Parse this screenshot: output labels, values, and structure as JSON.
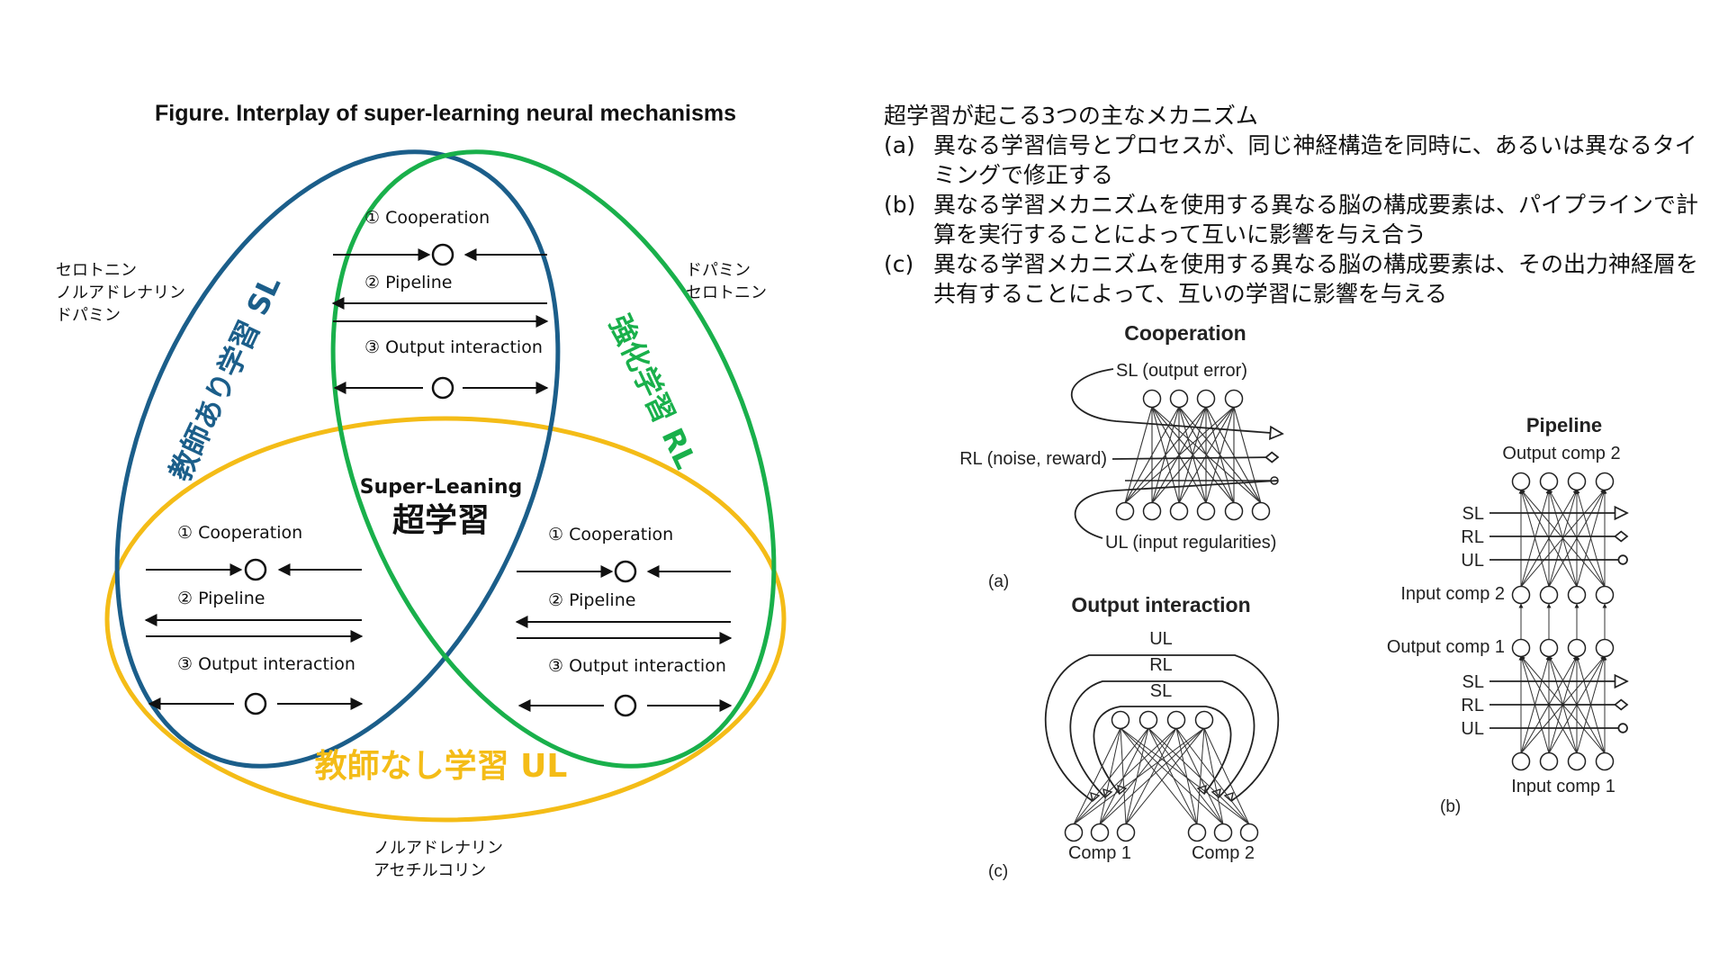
{
  "figure_title": "Figure. Interplay of super-learning neural mechanisms",
  "venn": {
    "sl_label": "教師あり学習 SL",
    "rl_label": "強化学習 RL",
    "ul_label": "教師なし学習 UL",
    "center_en": "Super-Leaning",
    "center_ja": "超学習",
    "colors": {
      "sl": "#1b5e8a",
      "rl": "#19b04b",
      "ul": "#f4bc17"
    },
    "neuromodulators": {
      "sl": [
        "セロトニン",
        "ノルアドレナリン",
        "ドパミン"
      ],
      "rl": [
        "ドパミン",
        "セロトニン"
      ],
      "ul": [
        "ノルアドレナリン",
        "アセチルコリン"
      ]
    },
    "mechanisms": {
      "cooperation": "① Cooperation",
      "pipeline": "② Pipeline",
      "output_interaction": "③ Output interaction"
    }
  },
  "description": {
    "heading": "超学習が起こる3つの主なメカニズム",
    "items": [
      {
        "label": "(a)",
        "text": "異なる学習信号とプロセスが、同じ神経構造を同時に、あるいは異なるタイミングで修正する"
      },
      {
        "label": "(b)",
        "text": "異なる学習メカニズムを使用する異なる脳の構成要素は、パイプラインで計算を実行することによって互いに影響を与え合う"
      },
      {
        "label": "(c)",
        "text": "異なる学習メカニズムを使用する異なる脳の構成要素は、その出力神経層を共有することによって、互いの学習に影響を与える"
      }
    ]
  },
  "panel_a": {
    "title": "Cooperation",
    "sl": "SL (output error)",
    "rl": "RL (noise, reward)",
    "ul": "UL (input regularities)",
    "tag": "(a)"
  },
  "panel_b": {
    "title": "Pipeline",
    "output_comp2": "Output comp 2",
    "input_comp2": "Input comp 2",
    "output_comp1": "Output comp 1",
    "input_comp1": "Input comp 1",
    "sl": "SL",
    "rl": "RL",
    "ul": "UL",
    "tag": "(b)"
  },
  "panel_c": {
    "title": "Output interaction",
    "ul": "UL",
    "rl": "RL",
    "sl": "SL",
    "comp1": "Comp 1",
    "comp2": "Comp 2",
    "tag": "(c)"
  }
}
